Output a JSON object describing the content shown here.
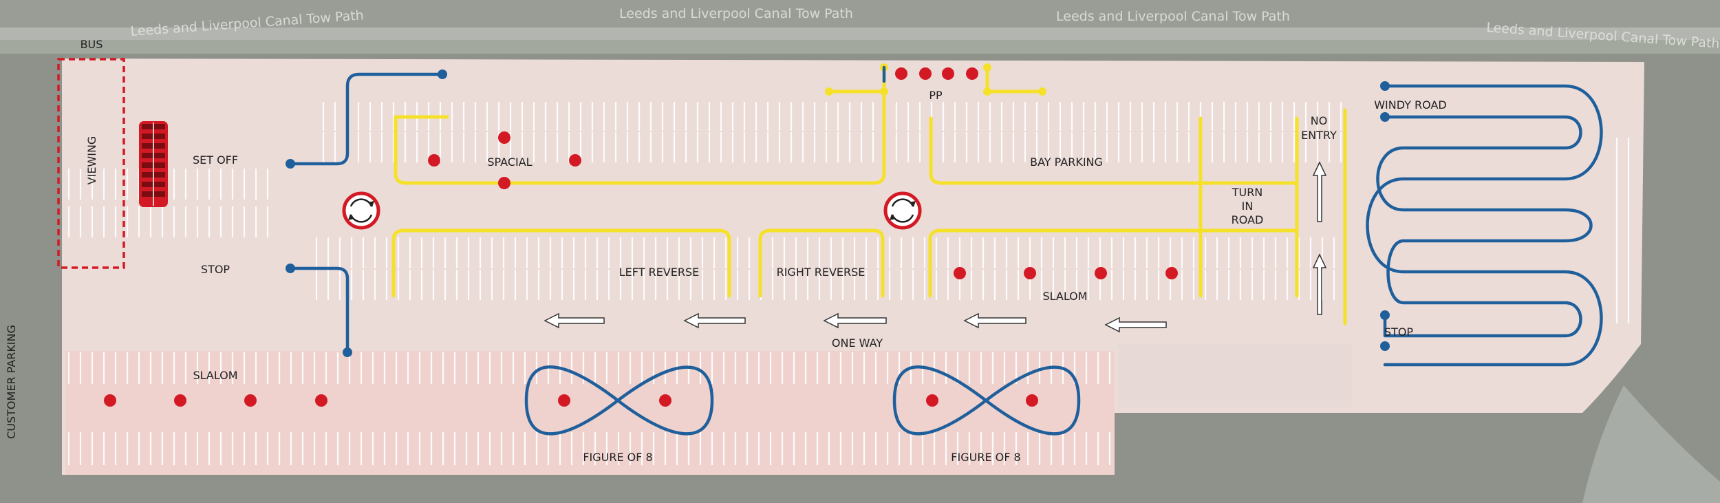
{
  "map": {
    "towpath_labels": [
      "Leeds and Liverpool Canal Tow Path",
      "Leeds and Liverpool Canal Tow Path",
      "Leeds and Liverpool Canal Tow Path",
      "Leeds and Liverpool Canal Tow Path"
    ],
    "labels": {
      "bus": "BUS",
      "viewing": "VIEWING",
      "customer_parking": "CUSTOMER PARKING",
      "set_off": "SET OFF",
      "stop_left": "STOP",
      "slalom_left": "SLALOM",
      "spacial": "SPACIAL",
      "pp": "PP",
      "bay_parking": "BAY PARKING",
      "no_entry_line1": "NO",
      "no_entry_line2": "ENTRY",
      "windy_road": "WINDY ROAD",
      "turn_line1": "TURN",
      "turn_line2": "IN",
      "turn_line3": "ROAD",
      "stop_right": "STOP",
      "left_reverse": "LEFT REVERSE",
      "right_reverse": "RIGHT REVERSE",
      "slalom_right": "SLALOM",
      "one_way": "ONE WAY",
      "figure8_left": "FIGURE OF 8",
      "figure8_right": "FIGURE OF 8"
    },
    "colors": {
      "lot": "#ecdcd8",
      "yellow_line": "#f5e12a",
      "blue_route": "#1f5f9c",
      "cone_red": "#d31a24",
      "viewing_border": "#d31a24"
    },
    "icons": [
      "roundabout-icon",
      "one-way-arrow-icon",
      "bus-icon"
    ]
  }
}
